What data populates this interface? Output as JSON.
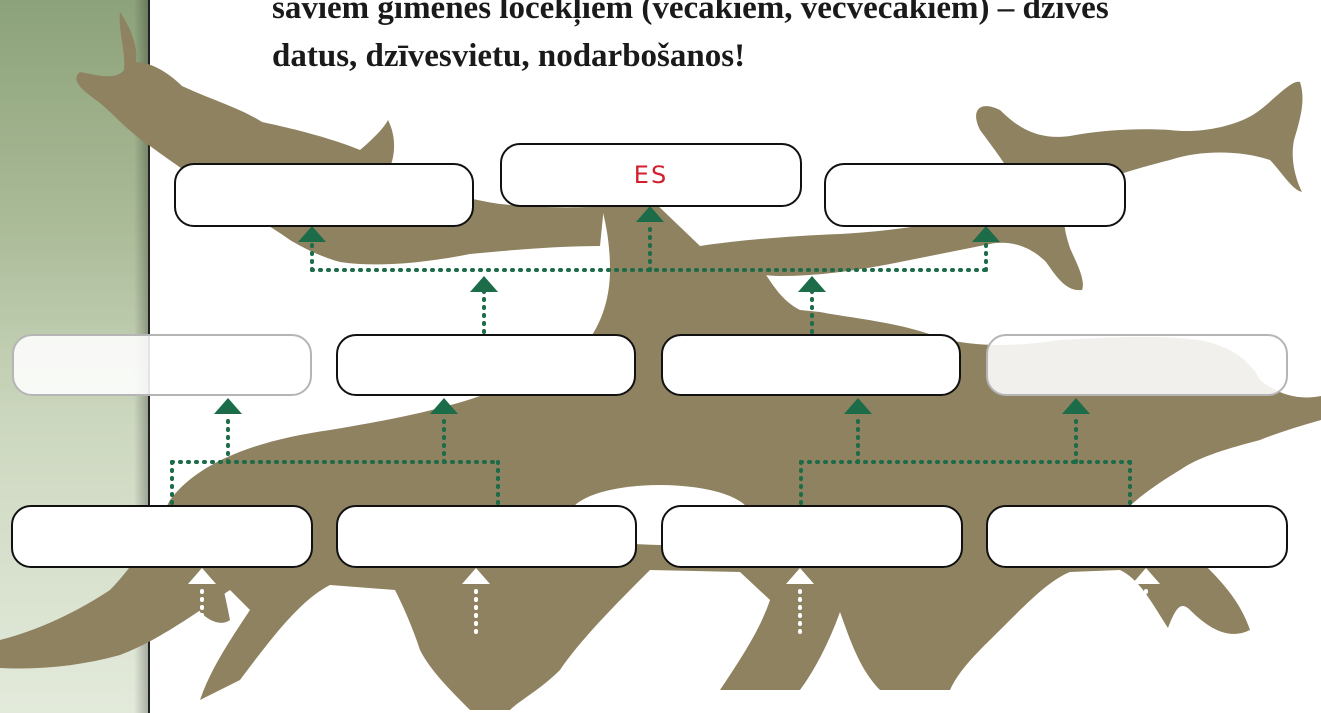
{
  "instruction": {
    "lines": [
      "saviem ģimenes locekļiem (vecākiem, vecvecākiem) – dzīves",
      "datus, dzīvesvietu, nodarbošanos!"
    ]
  },
  "boxes": {
    "self": {
      "label": "ES"
    },
    "sibling_left": {
      "label": ""
    },
    "sibling_right": {
      "label": ""
    },
    "gen2": [
      "",
      "",
      "",
      ""
    ],
    "gen3": [
      "",
      "",
      "",
      ""
    ]
  },
  "colors": {
    "trunk": "#8f8260",
    "arrow_green": "#1c6b49",
    "arrow_white": "#ffffff",
    "label_red": "#d21f2b",
    "panel_green": "#a9ba96"
  }
}
